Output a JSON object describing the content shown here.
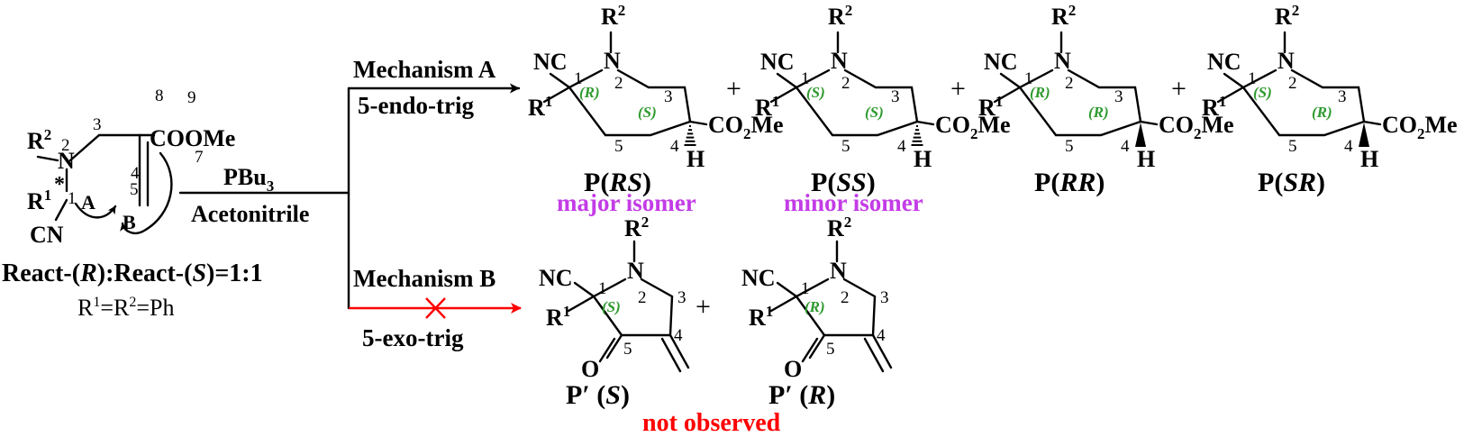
{
  "colors": {
    "text": "#000000",
    "config": "#2e9a2e",
    "isomer": "#c33ce6",
    "blocked": "#ff0000"
  },
  "reactant": {
    "R2": "R",
    "R2_sup": "2",
    "R1": "R",
    "R1_sup": "1",
    "N": "N",
    "CN": "CN",
    "star": "*",
    "ester": "COOMe",
    "pos_1": "1",
    "pos_2": "2",
    "pos_3": "3",
    "pos_4": "4",
    "pos_5": "5",
    "pos_7": "7",
    "pos_8": "8",
    "pos_9": "9",
    "arrow_A": "A",
    "arrow_B": "B",
    "caption_pre": "React-(",
    "caption_R": "R",
    "caption_mid": "):React-(",
    "caption_S": "S",
    "caption_post": ")=1:1",
    "subst_R1": "R",
    "subst_sup1": "1",
    "subst_eq1": "=R",
    "subst_sup2": "2",
    "subst_eq2": "=Ph"
  },
  "conditions": {
    "reagent": "PBu",
    "reagent_sub": "3",
    "solvent": "Acetonitrile"
  },
  "mechanism_a": {
    "title": "Mechanism A",
    "mode": "5-endo-trig"
  },
  "mechanism_b": {
    "title": "Mechanism B",
    "mode": "5-exo-trig",
    "blocked_icon": "cross-mark"
  },
  "plus": "+",
  "products_a": [
    {
      "name_pre": "P(",
      "name_cfg": "RS",
      "name_post": ")",
      "c1": "(R)",
      "c4": "(S)",
      "wedge": "hash",
      "note": "major isomer"
    },
    {
      "name_pre": "P(",
      "name_cfg": "SS",
      "name_post": ")",
      "c1": "(S)",
      "c4": "(S)",
      "wedge": "hash",
      "note": "minor isomer"
    },
    {
      "name_pre": "P(",
      "name_cfg": "RR",
      "name_post": ")",
      "c1": "(R)",
      "c4": "(R)",
      "wedge": "bold",
      "note": ""
    },
    {
      "name_pre": "P(",
      "name_cfg": "SR",
      "name_post": ")",
      "c1": "(S)",
      "c4": "(R)",
      "wedge": "bold",
      "note": ""
    }
  ],
  "products_b": [
    {
      "name_pre": "P′ (",
      "name_cfg": "S",
      "name_post": ")",
      "c1": "(S)"
    },
    {
      "name_pre": "P′ (",
      "name_cfg": "R",
      "name_post": ")",
      "c1": "(R)"
    }
  ],
  "products_b_note": "not observed",
  "atoms": {
    "NC": "NC",
    "N": "N",
    "R": "R",
    "sup2": "2",
    "sup1": "1",
    "CO": "CO",
    "sub2": "2",
    "Me": "Me",
    "H": "H",
    "O": "O"
  }
}
